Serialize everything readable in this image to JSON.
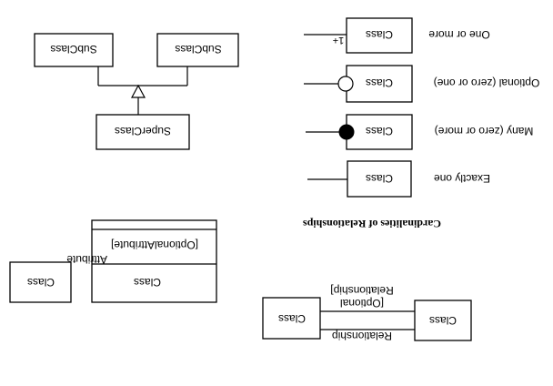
{
  "inheritance": {
    "subclass_left": "SubClass",
    "subclass_right": "SubClass",
    "superclass": "SuperClass"
  },
  "cardinalities": {
    "caption": "Cardinalities of Relationships",
    "rows": [
      {
        "class_label": "Class",
        "marker_text": "1+",
        "description": "One or more"
      },
      {
        "class_label": "Class",
        "description": "Optional (zero or one)"
      },
      {
        "class_label": "Class",
        "description": "Many (zero or more)"
      },
      {
        "class_label": "Class",
        "description": "Exactly one"
      }
    ]
  },
  "standalone_class": {
    "label": "Class"
  },
  "class_compartments": {
    "class_label": "Class",
    "attribute": "Attribute",
    "optional_attribute": "[OptionalAttribute]"
  },
  "association": {
    "left_class": "Class",
    "right_class": "Class",
    "top_label": "Relationship",
    "bottom_label_line1": "[Optional",
    "bottom_label_line2": "Relationship]"
  }
}
